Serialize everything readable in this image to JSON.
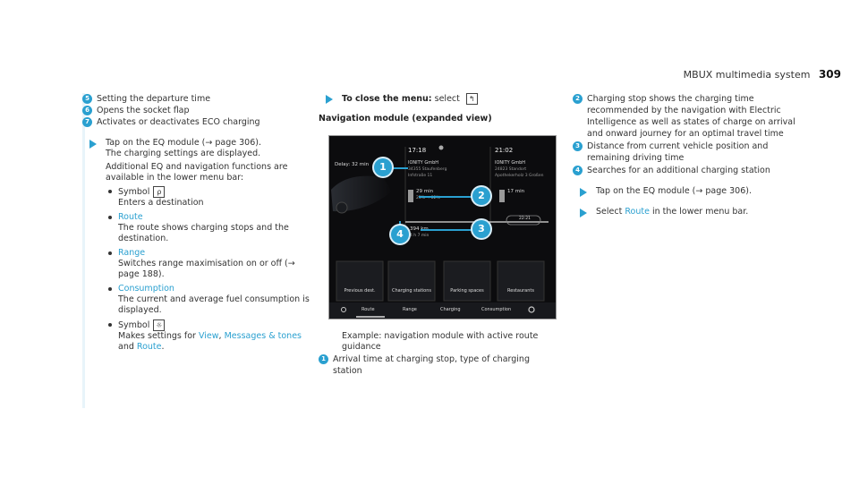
{
  "header": {
    "title": "MBUX multimedia system",
    "page": "309"
  },
  "col1": {
    "items": [
      {
        "num": "5",
        "text": "Setting the departure time"
      },
      {
        "num": "6",
        "text": "Opens the socket flap"
      },
      {
        "num": "7",
        "text": "Activates or deactivates ECO charging"
      }
    ],
    "step1_line1": "Tap on the EQ module (→ page 306).",
    "step1_line2": "The charging settings are displayed.",
    "para": "Additional EQ and navigation functions are available in the lower menu bar:",
    "b1_label": "Symbol",
    "b1_sym": "ρ",
    "b1_desc": "Enters a destination",
    "b2_label": "Route",
    "b2_desc": "The route shows charging stops and the destination.",
    "b3_label": "Range",
    "b3_desc": "Switches range maximisation on or off (→ page 188).",
    "b4_label": "Consumption",
    "b4_desc": "The current and average fuel consumption is displayed.",
    "b5_label": "Symbol",
    "b5_sym": "☼",
    "b5_pre": "Makes settings for",
    "b5_view": "View",
    "b5_comma": ",",
    "b5_msg": "Messages & tones",
    "b5_and": "and",
    "b5_route": "Route",
    "b5_end": "."
  },
  "col2": {
    "step_bold": "To close the menu:",
    "step_rest": "select",
    "step_sym": "↰",
    "heading": "Navigation module (expanded view)",
    "caption_line": "Example: navigation module with active route guidance",
    "legend1_num": "1",
    "legend1_text": "Arrival time at charging stop, type of charging station"
  },
  "screen": {
    "delay": "Delay: 32 min",
    "time1": "17:18",
    "time2": "21:02",
    "station1_name": "IONITY GmbH",
    "station1_addr1": "34355 Staufenberg",
    "station1_addr2": "Infstraße 11",
    "station2_name": "IONITY GmbH",
    "station2_addr1": "24823 Standort",
    "station2_addr2": "Apothekerholz 3 Großen",
    "charge_time": "29 min",
    "charge_soc": "23% → 82%",
    "charge_time2": "17 min",
    "eta": "22:21",
    "distance": "394 km",
    "duration": "4 h 7 min",
    "tiles": [
      "Previous dest.",
      "Charging stations",
      "Parking spaces",
      "Restaurants"
    ],
    "menu": [
      "Route",
      "Range",
      "Charging",
      "Consumption"
    ]
  },
  "col3": {
    "i2_num": "2",
    "i2_text": "Charging stop shows the charging time recommended by the navigation with Electric Intelligence as well as states of charge on arrival and onward journey for an optimal travel time",
    "i3_num": "3",
    "i3_text": "Distance from current vehicle position and remaining driving time",
    "i4_num": "4",
    "i4_text": "Searches for an additional charging station",
    "s1": "Tap on the EQ module (→ page 306).",
    "s2_pre": "Select",
    "s2_link": "Route",
    "s2_post": "in the lower menu bar."
  },
  "callouts": [
    "1",
    "2",
    "3",
    "4"
  ],
  "accent": "#2aa0d0"
}
